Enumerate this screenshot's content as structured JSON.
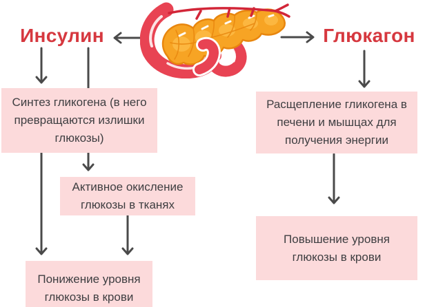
{
  "palette": {
    "accent_red": "#d6383f",
    "box_pink": "#fcdadb",
    "arrow_gray": "#4a4a4a",
    "text_dark": "#3e3e41",
    "pancreas_red": "#e84353",
    "pancreas_artery_red": "#d22638",
    "pancreas_orange": "#f7a424",
    "pancreas_orange_light": "#fcb944",
    "pancreas_orange_outline": "#e8860e"
  },
  "icons": {
    "pancreas": "pancreas-illustration"
  },
  "hormones": {
    "insulin": {
      "label": "Инсулин",
      "effects": {
        "glycogen_synthesis": "Синтез гликогена (в него превращаются излишки глюкозы)",
        "glucose_oxidation": "Активное окисление глюкозы в тканях",
        "outcome": "Понижение уровня глюкозы в крови"
      }
    },
    "glucagon": {
      "label": "Глюкагон",
      "effects": {
        "glycogen_breakdown": "Расщепление гликогена в печени и мышцах для получения энергии",
        "outcome": "Повышение уровня глюкозы в крови"
      }
    }
  }
}
